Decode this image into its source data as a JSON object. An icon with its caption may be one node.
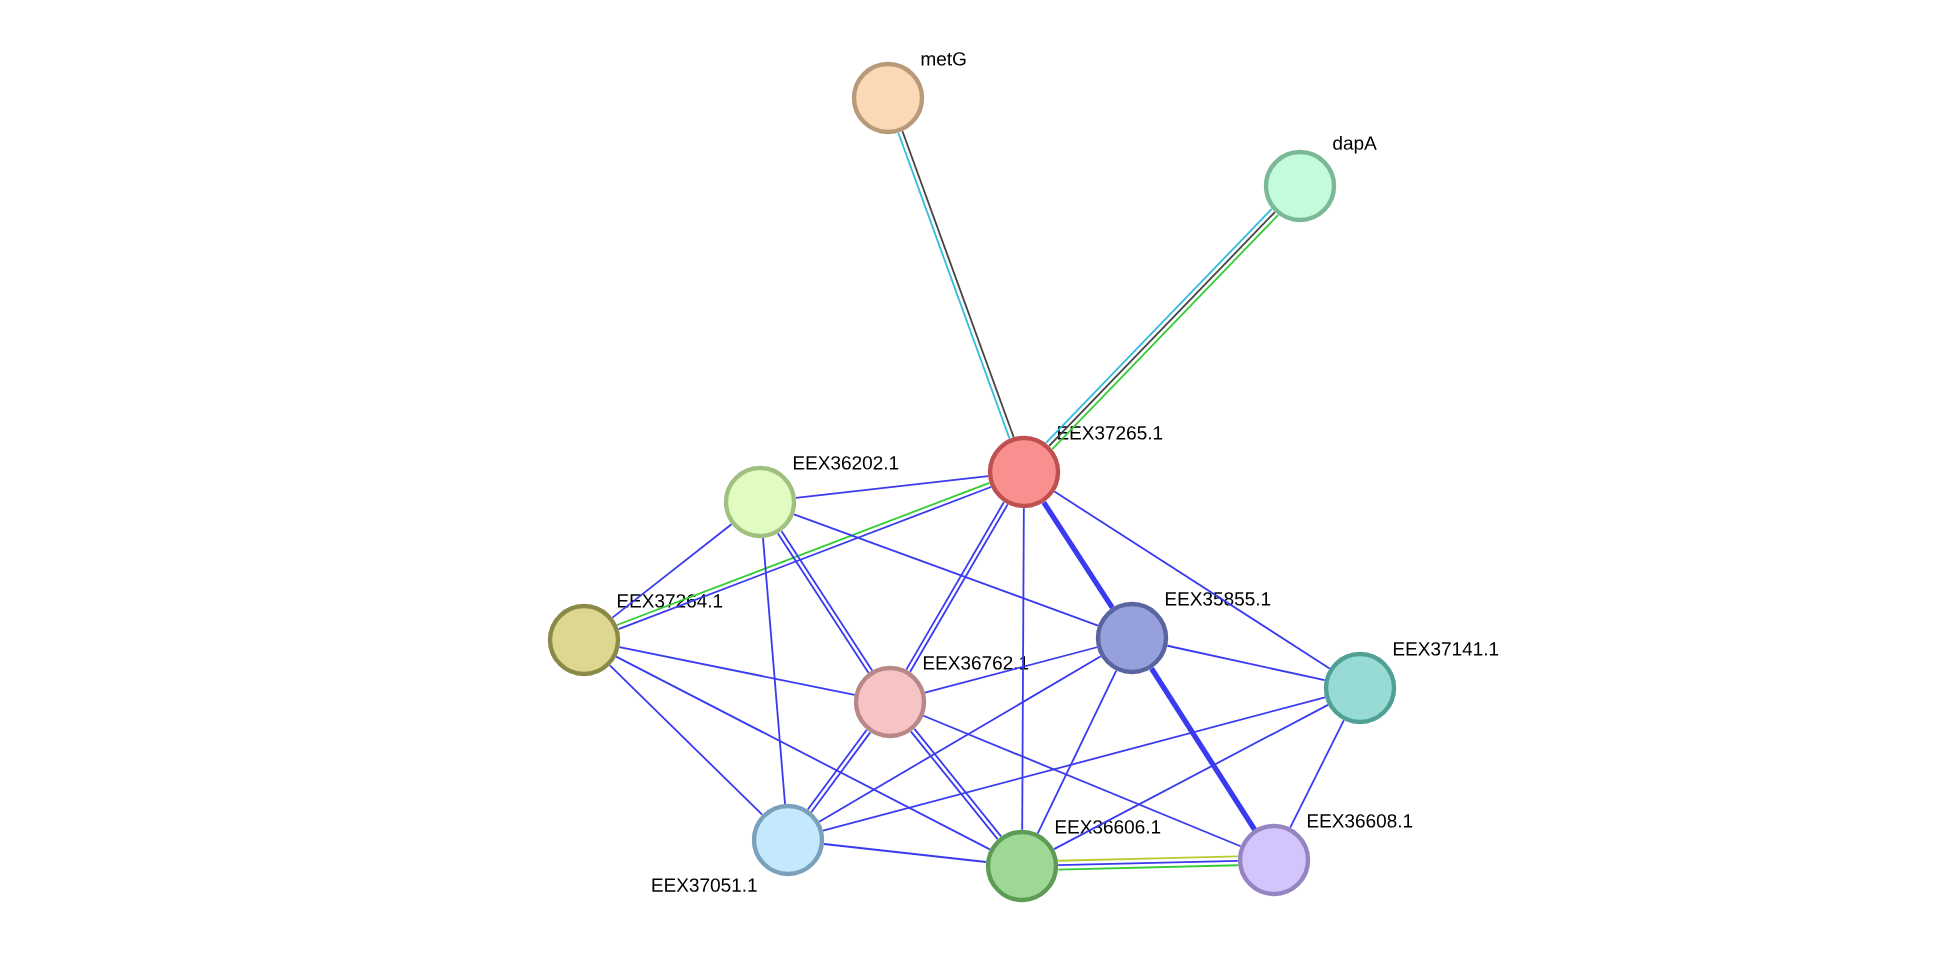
{
  "diagram": {
    "nodes": [
      {
        "text": [],
        "shape": "circle",
        "beside": [
          "metG"
        ]
      },
      {
        "text": [],
        "shape": "circle",
        "beside": [
          "dapA"
        ]
      },
      {
        "text": [],
        "shape": "circle",
        "beside": [
          "EEX37265.1"
        ]
      },
      {
        "text": [],
        "shape": "circle",
        "beside": [
          "EEX36202.1"
        ]
      },
      {
        "text": [],
        "shape": "circle",
        "beside": [
          "EEX37264.1"
        ]
      },
      {
        "text": [],
        "shape": "circle",
        "beside": [
          "EEX35855.1"
        ]
      },
      {
        "text": [],
        "shape": "circle",
        "beside": [
          "EEX37141.1"
        ]
      },
      {
        "text": [],
        "shape": "circle",
        "beside": [
          "EEX36762.1"
        ]
      },
      {
        "text": [],
        "shape": "circle",
        "beside": [
          "EEX37051.1"
        ]
      },
      {
        "text": [],
        "shape": "circle",
        "beside": [
          "EEX36606.1"
        ]
      },
      {
        "text": [],
        "shape": "circle",
        "beside": [
          "EEX36608.1"
        ]
      }
    ],
    "edges": [
      {
        "from": 0,
        "to": 2,
        "arrow": "none",
        "color": "#33bbdd"
      },
      {
        "from": 0,
        "to": 2,
        "arrow": "none",
        "color": "#444444"
      },
      {
        "from": 1,
        "to": 2,
        "arrow": "none",
        "color": "#33bbdd"
      },
      {
        "from": 1,
        "to": 2,
        "arrow": "none",
        "color": "#444444"
      },
      {
        "from": 1,
        "to": 2,
        "arrow": "none",
        "color": "#33cc33"
      },
      {
        "from": 2,
        "to": 3,
        "arrow": "none"
      },
      {
        "from": 2,
        "to": 4,
        "arrow": "none",
        "color": "#33cc33"
      },
      {
        "from": 2,
        "to": 4,
        "arrow": "none"
      },
      {
        "from": 2,
        "to": 7,
        "arrow": "none"
      },
      {
        "from": 2,
        "to": 7,
        "arrow": "none"
      },
      {
        "from": 2,
        "to": 9,
        "arrow": "none"
      },
      {
        "from": 2,
        "to": 5,
        "arrow": "none",
        "style": "thick"
      },
      {
        "from": 2,
        "to": 6,
        "arrow": "none"
      },
      {
        "from": 3,
        "to": 4,
        "arrow": "none"
      },
      {
        "from": 3,
        "to": 5,
        "arrow": "none"
      },
      {
        "from": 3,
        "to": 7,
        "arrow": "none"
      },
      {
        "from": 3,
        "to": 7,
        "arrow": "none"
      },
      {
        "from": 3,
        "to": 8,
        "arrow": "none"
      },
      {
        "from": 4,
        "to": 7,
        "arrow": "none"
      },
      {
        "from": 4,
        "to": 8,
        "arrow": "none"
      },
      {
        "from": 4,
        "to": 9,
        "arrow": "none"
      },
      {
        "from": 7,
        "to": 5,
        "arrow": "none"
      },
      {
        "from": 7,
        "to": 10,
        "arrow": "none"
      },
      {
        "from": 7,
        "to": 8,
        "arrow": "none"
      },
      {
        "from": 7,
        "to": 8,
        "arrow": "none"
      },
      {
        "from": 7,
        "to": 9,
        "arrow": "none"
      },
      {
        "from": 7,
        "to": 9,
        "arrow": "none"
      },
      {
        "from": 8,
        "to": 5,
        "arrow": "none"
      },
      {
        "from": 8,
        "to": 6,
        "arrow": "none"
      },
      {
        "from": 8,
        "to": 9,
        "arrow": "none"
      },
      {
        "from": 9,
        "to": 5,
        "arrow": "none"
      },
      {
        "from": 9,
        "to": 6,
        "arrow": "none"
      },
      {
        "from": 9,
        "to": 10,
        "arrow": "none",
        "color": "#33cc33"
      },
      {
        "from": 9,
        "to": 10,
        "arrow": "none"
      },
      {
        "from": 9,
        "to": 10,
        "arrow": "none",
        "color": "#bbcc33"
      },
      {
        "from": 5,
        "to": 6,
        "arrow": "none"
      },
      {
        "from": 5,
        "to": 10,
        "arrow": "none",
        "style": "thick"
      },
      {
        "from": 6,
        "to": 10,
        "arrow": "none"
      }
    ]
  }
}
